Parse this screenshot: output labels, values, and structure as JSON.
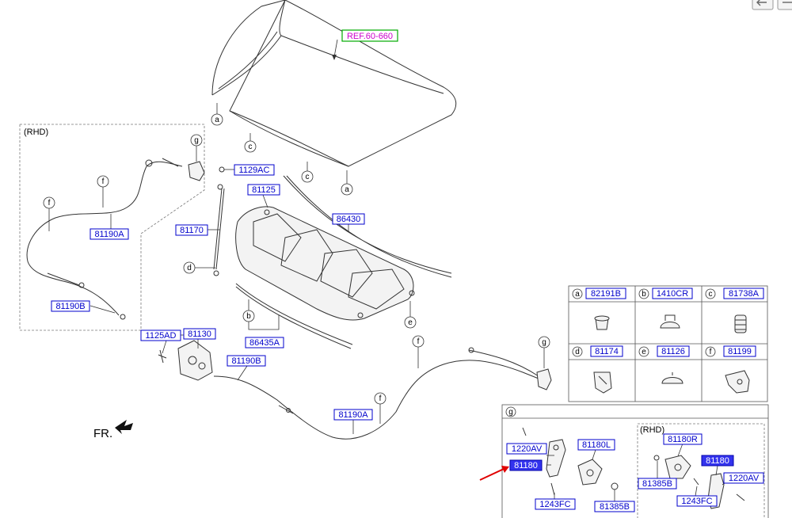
{
  "labels": {
    "ref": "REF.60-660",
    "p1129AC": "1129AC",
    "p81125": "81125",
    "p86430": "86430",
    "p81170": "81170",
    "p81190A_rhd": "81190A",
    "p81190B_rhd": "81190B",
    "p86435A": "86435A",
    "p1125AD": "1125AD",
    "p81130": "81130",
    "p81190B": "81190B",
    "p81190A": "81190A",
    "p82191B": "82191B",
    "p1410CR": "1410CR",
    "p81738A": "81738A",
    "p81174": "81174",
    "p81126": "81126",
    "p81199": "81199",
    "p1220AV_l": "1220AV",
    "p81180L": "81180L",
    "p81180_sel": "81180",
    "p1243FC_l": "1243FC",
    "p81385B_l": "81385B",
    "p81180R": "81180R",
    "p81180_r": "81180",
    "p81385B_r": "81385B",
    "p1220AV_r": "1220AV",
    "p1243FC_r": "1243FC"
  },
  "callouts": {
    "a": "a",
    "b": "b",
    "c": "c",
    "d": "d",
    "e": "e",
    "f": "f",
    "g": "g"
  },
  "text": {
    "rhd_left": "(RHD)",
    "rhd_right": "(RHD)",
    "front": "FR."
  },
  "colors": {
    "label_border": "#0000cc",
    "selected_fill": "#3333ee",
    "ref_text": "#cc00cc",
    "ref_border": "#00aa00",
    "arrow": "#e00000"
  }
}
